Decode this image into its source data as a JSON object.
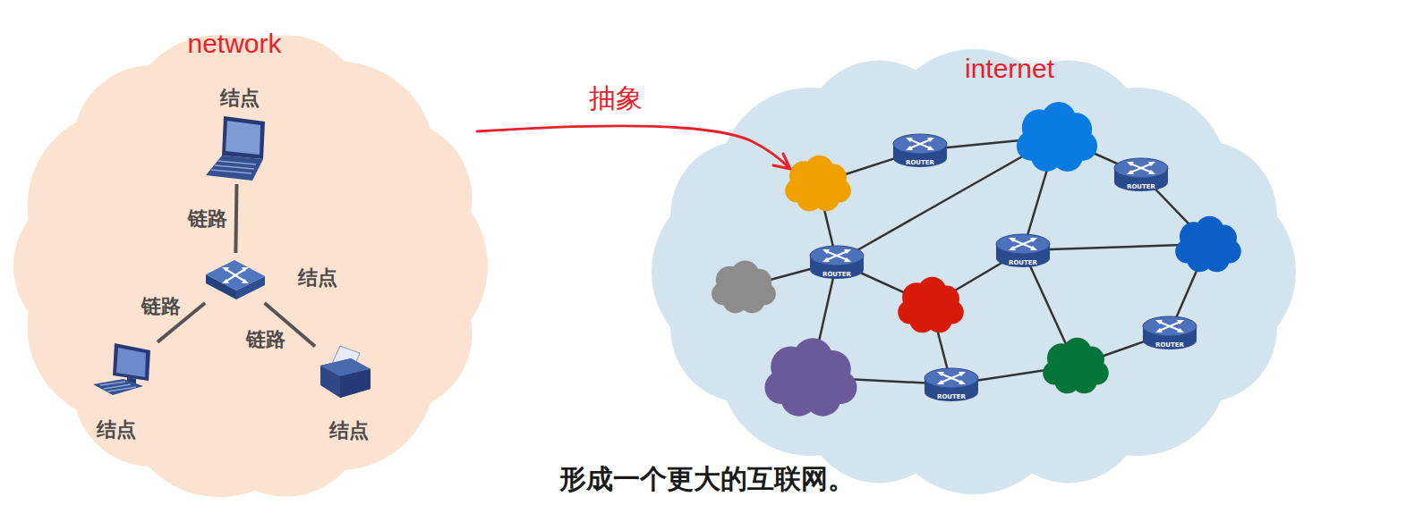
{
  "diagram": {
    "caption": "形成一个更大的互联网。",
    "nodes": [
      {
        "text": [
          "network"
        ]
      },
      {
        "text": [
          "结点"
        ],
        "in": 0
      },
      {
        "text": [
          "结点"
        ],
        "in": 0
      },
      {
        "text": [
          "结点"
        ],
        "in": 0
      },
      {
        "text": [
          "结点"
        ],
        "in": 0
      },
      {
        "text": [
          "internet"
        ]
      },
      {
        "text": [
          "ROUTER"
        ],
        "in": 5
      },
      {
        "text": [
          "ROUTER"
        ],
        "in": 5
      },
      {
        "text": [
          "ROUTER"
        ],
        "in": 5
      },
      {
        "text": [
          "ROUTER"
        ],
        "in": 5
      },
      {
        "text": [
          "ROUTER"
        ],
        "in": 5
      },
      {
        "text": [
          "ROUTER"
        ],
        "in": 5
      }
    ],
    "edges": [
      {
        "from": 1,
        "to": 2,
        "arrow": "none",
        "label": "链路"
      },
      {
        "from": 2,
        "to": 3,
        "arrow": "none",
        "label": "链路"
      },
      {
        "from": 2,
        "to": 4,
        "arrow": "none",
        "label": "链路"
      }
    ],
    "labels": [
      "抽象"
    ]
  }
}
